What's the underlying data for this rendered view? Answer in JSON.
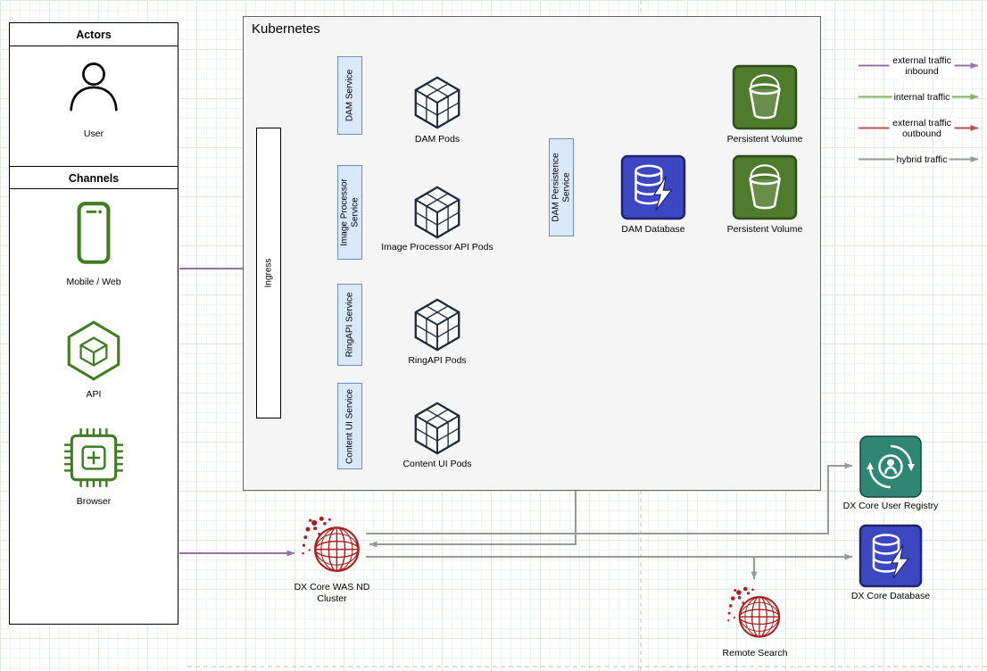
{
  "left_panel": {
    "actors_header": "Actors",
    "user_label": "User",
    "channels_header": "Channels",
    "mobile_label": "Mobile / Web",
    "api_label": "API",
    "browser_label": "Browser"
  },
  "kubernetes": {
    "title": "Kubernetes",
    "ingress": "Ingress",
    "services": [
      "DAM Service",
      "Image Processor Service",
      "RingAPI Service",
      "Content UI Service"
    ],
    "pods": [
      "DAM Pods",
      "Image Processor API Pods",
      "RingAPI Pods",
      "Content UI Pods"
    ],
    "persistence_service": "DAM Persistence Service",
    "dam_database": "DAM Database",
    "pv_top": "Persistent Volume",
    "pv_bottom": "Persistent Volume"
  },
  "external": {
    "dx_core_cluster": "DX Core WAS ND Cluster",
    "remote_search": "Remote Search",
    "user_registry": "DX Core User Registry",
    "dx_database": "DX Core Database"
  },
  "legend": {
    "items": [
      {
        "label": "external traffic inbound"
      },
      {
        "label": "internal traffic"
      },
      {
        "label": "external traffic outbound"
      },
      {
        "label": "hybrid traffic"
      }
    ]
  },
  "colors": {
    "inbound": "#9673a6",
    "internal": "#82b366",
    "outbound": "#b85450",
    "hybrid": "#999999",
    "service_fill": "#dae8fc",
    "service_border": "#6c8ebf",
    "k8s_fill": "#f5f5f5",
    "pod_ink": "#1d2b3a",
    "database_blue": "#3d47c2",
    "volume_green": "#4e7b2c",
    "registry_teal": "#2f8672",
    "websphere_red": "#a9201f",
    "channel_green": "#3f7d20"
  }
}
